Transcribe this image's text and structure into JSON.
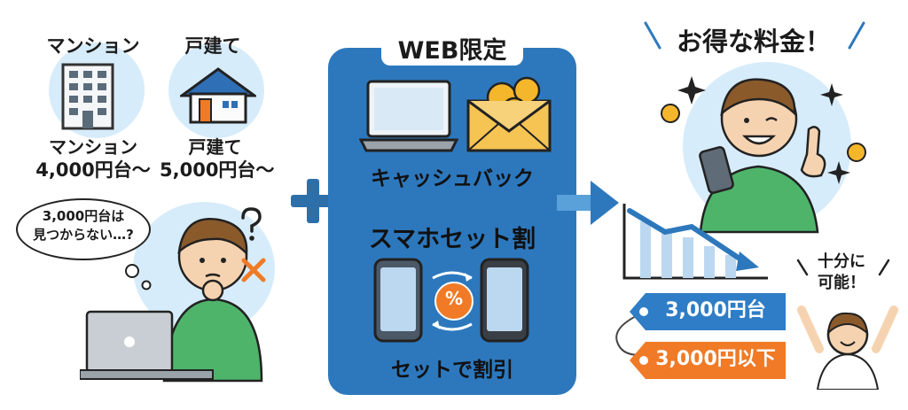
{
  "left": {
    "mansion_label_top": "マンション",
    "house_label_top": "戸建て",
    "mansion_price_label": "マンション",
    "mansion_price": "4,000円台〜",
    "house_price_label": "戸建て",
    "house_price": "5,000円台〜",
    "thought_bubble": [
      "3,000円台は",
      "見つからない…?"
    ]
  },
  "center": {
    "title": "WEB限定",
    "cashback_label": "キャッシュバック",
    "smartphone_set_title": "スマホセット割",
    "set_discount_label": "セットで割引",
    "percent_badge": "%"
  },
  "right": {
    "headline": "お得な料金！",
    "price_tag_1": "3,000円台",
    "price_tag_2": "3,000円以下",
    "enough_label": [
      "十分に",
      "可能！"
    ]
  },
  "colors": {
    "panel_blue": "#2d78bd",
    "light_blue": "#d7ecfa",
    "tag_blue": "#2e7dc6",
    "tag_orange": "#f07a26",
    "green_shirt": "#4eb46a"
  }
}
